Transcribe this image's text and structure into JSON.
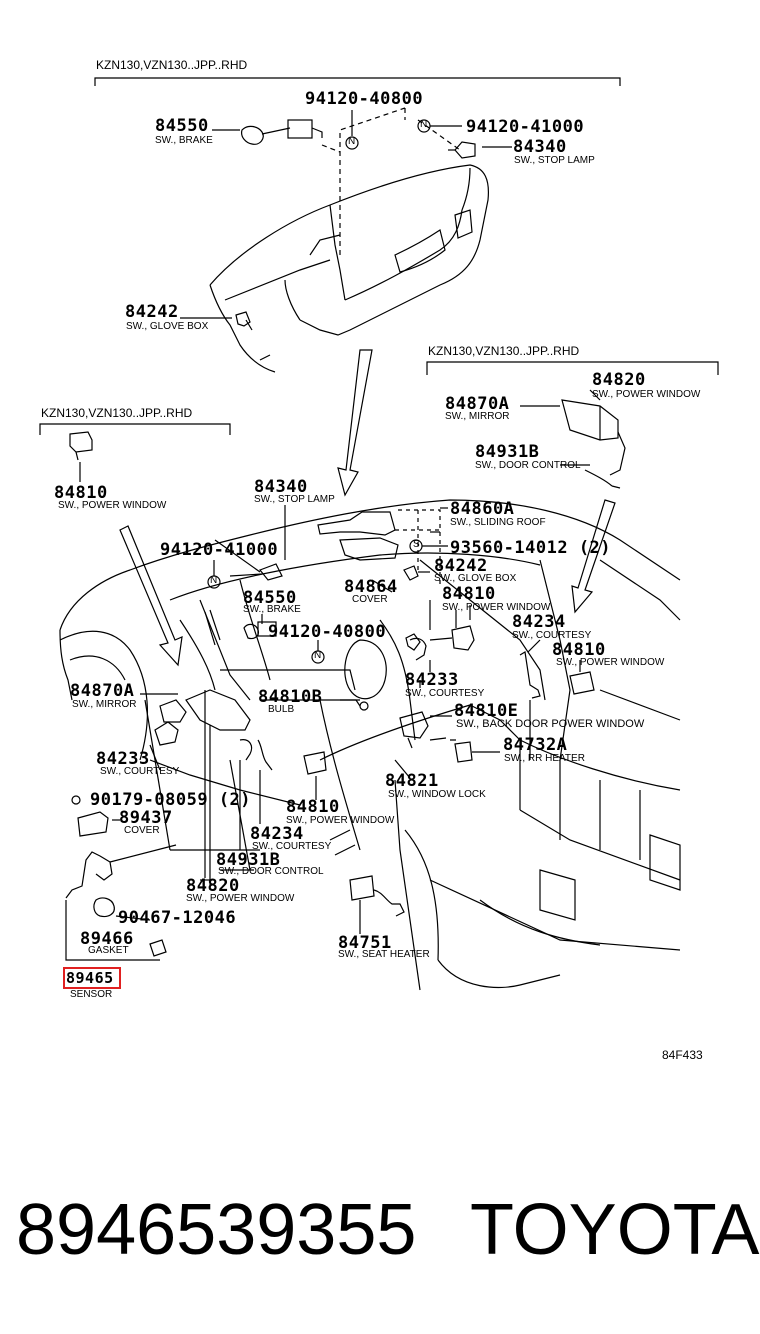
{
  "headers": {
    "top": "KZN130,VZN130..JPP..RHD",
    "right": "KZN130,VZN130..JPP..RHD",
    "left": "KZN130,VZN130..JPP..RHD"
  },
  "top_inset": {
    "p84550": {
      "num": "84550",
      "cap": "SW., BRAKE"
    },
    "p94120_40800": {
      "num": "94120-40800"
    },
    "p94120_41000": {
      "num": "94120-41000"
    },
    "p84340": {
      "num": "84340",
      "cap": "SW., STOP LAMP"
    },
    "p84242": {
      "num": "84242",
      "cap": "SW., GLOVE BOX"
    }
  },
  "left_inset": {
    "p84810": {
      "num": "84810",
      "cap": "SW., POWER WINDOW"
    }
  },
  "right_inset": {
    "p84820": {
      "num": "84820",
      "cap": "SW., POWER WINDOW"
    },
    "p84870A": {
      "num": "84870A",
      "cap": "SW., MIRROR"
    },
    "p84931B": {
      "num": "84931B",
      "cap": "SW., DOOR CONTROL"
    }
  },
  "main": {
    "p84340": {
      "num": "84340",
      "cap": "SW., STOP LAMP"
    },
    "p84860A": {
      "num": "84860A",
      "cap": "SW., SLIDING ROOF"
    },
    "p94120_41000": {
      "num": "94120-41000"
    },
    "p93560": {
      "num": "93560-14012 (2)"
    },
    "p84242": {
      "num": "84242",
      "cap": "SW., GLOVE BOX"
    },
    "p84864": {
      "num": "84864",
      "cap": "COVER"
    },
    "p84550": {
      "num": "84550",
      "cap": "SW., BRAKE"
    },
    "p84810_top": {
      "num": "84810",
      "cap": "SW., POWER WINDOW"
    },
    "p84234_right": {
      "num": "84234",
      "cap": "SW., COURTESY"
    },
    "p94120_40800": {
      "num": "94120-40800"
    },
    "p84810_right": {
      "num": "84810",
      "cap": "SW., POWER WINDOW"
    },
    "p84870A": {
      "num": "84870A",
      "cap": "SW., MIRROR"
    },
    "p84810B": {
      "num": "84810B",
      "cap": "BULB"
    },
    "p84233_mid": {
      "num": "84233",
      "cap": "SW., COURTESY"
    },
    "p84810E": {
      "num": "84810E",
      "cap": "SW., BACK DOOR POWER WINDOW"
    },
    "p84233_left": {
      "num": "84233",
      "cap": "SW., COURTESY"
    },
    "p84732A": {
      "num": "84732A",
      "cap": "SW., RR HEATER"
    },
    "p84821": {
      "num": "84821",
      "cap": "SW., WINDOW LOCK"
    },
    "p90179": {
      "num": "90179-08059 (2)"
    },
    "p84810_mid": {
      "num": "84810",
      "cap": "SW., POWER WINDOW"
    },
    "p89437": {
      "num": "89437",
      "cap": "COVER"
    },
    "p84234_mid": {
      "num": "84234",
      "cap": "SW., COURTESY"
    },
    "p84931B": {
      "num": "84931B",
      "cap": "SW., DOOR CONTROL"
    },
    "p84820": {
      "num": "84820",
      "cap": "SW., POWER WINDOW"
    },
    "p90467": {
      "num": "90467-12046"
    },
    "p89466": {
      "num": "89466",
      "cap": "GASKET"
    },
    "p84751": {
      "num": "84751",
      "cap": "SW., SEAT HEATER"
    },
    "p89465": {
      "num": "89465",
      "cap": "SENSOR"
    }
  },
  "figure_code": "84F433",
  "footer": {
    "part_number": "8946539355",
    "brand": "TOYOTA"
  },
  "colors": {
    "line": "#000000",
    "highlight": "#e02020",
    "background": "#ffffff"
  }
}
